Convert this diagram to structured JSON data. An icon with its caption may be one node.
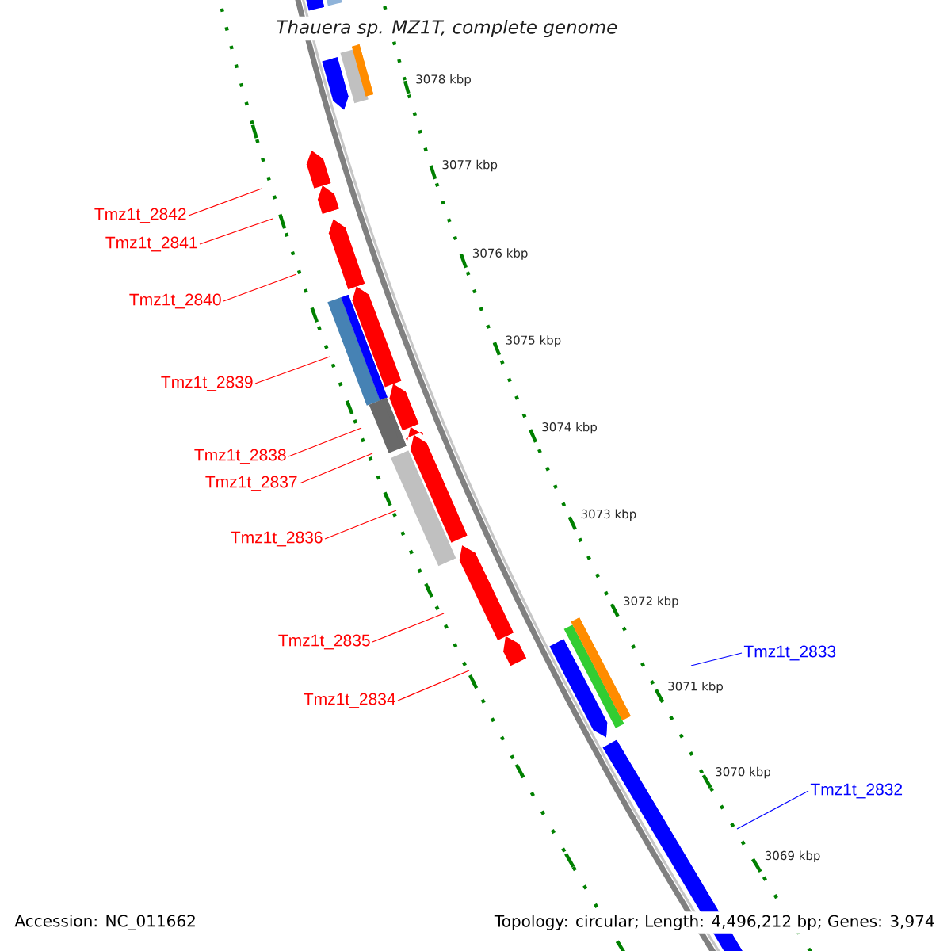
{
  "diagram": {
    "title": "Thauera sp. MZ1T, complete genome",
    "nodes": [
      {
        "text": [
          "Tmz1t_2842"
        ]
      },
      {
        "text": [
          "Tmz1t_2841"
        ]
      },
      {
        "text": [
          "Tmz1t_2840"
        ]
      },
      {
        "text": [
          "Tmz1t_2839"
        ]
      },
      {
        "text": [
          "Tmz1t_2838"
        ]
      },
      {
        "text": [
          "Tmz1t_2837"
        ]
      },
      {
        "text": [
          "Tmz1t_2836"
        ]
      },
      {
        "text": [
          "Tmz1t_2835"
        ]
      },
      {
        "text": [
          "Tmz1t_2833"
        ]
      },
      {
        "text": [
          "Tmz1t_2834"
        ]
      },
      {
        "text": [
          "Tmz1t_2832"
        ]
      }
    ],
    "edges": [
      {
        "from": 0,
        "to": null,
        "arrow": "none"
      },
      {
        "from": 1,
        "to": null,
        "arrow": "none"
      },
      {
        "from": 2,
        "to": null,
        "arrow": "none"
      },
      {
        "from": 3,
        "to": null,
        "arrow": "none"
      },
      {
        "from": 4,
        "to": null,
        "arrow": "none"
      },
      {
        "from": 5,
        "to": null,
        "arrow": "none"
      },
      {
        "from": 6,
        "to": null,
        "arrow": "none"
      },
      {
        "from": 7,
        "to": null,
        "arrow": "none"
      },
      {
        "from": 8,
        "to": null,
        "arrow": "none",
        "color": "#0000ff"
      },
      {
        "from": 9,
        "to": null,
        "arrow": "none"
      },
      {
        "from": 10,
        "to": null,
        "arrow": "none",
        "color": "#0000ff"
      }
    ],
    "labels": [
      "3078 kbp",
      "3077 kbp",
      "3076 kbp",
      "3075 kbp",
      "3074 kbp",
      "3073 kbp",
      "3072 kbp",
      "3071 kbp",
      "3070 kbp",
      "3069 kbp",
      "Accession: NC_011662",
      "Topology: circular; Length: 4,496,212 bp; Genes: 3,974"
    ]
  }
}
